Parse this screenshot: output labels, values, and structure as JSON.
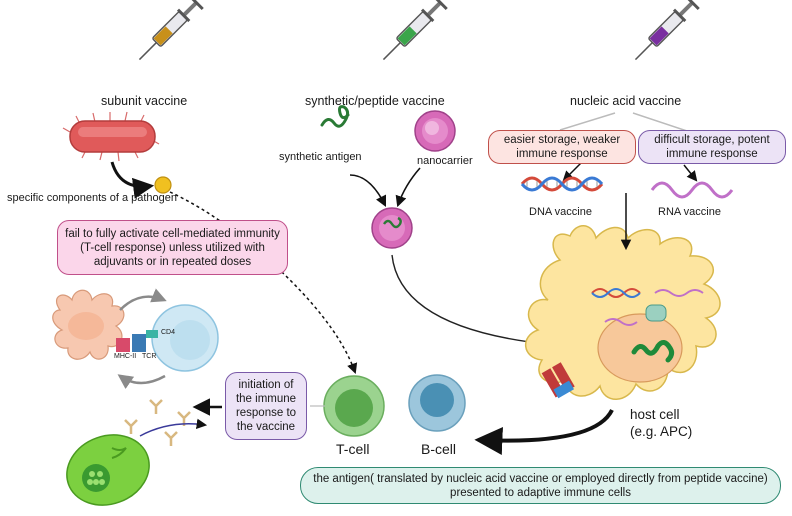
{
  "colors": {
    "subunit_fill": "#c8901a",
    "peptide_fill": "#3aa54a",
    "nucleic_fill": "#7a2fa0",
    "pink_box_bg": "#fbd6ea",
    "pink_box_border": "#c0508a",
    "red_box_bg": "#fde4e1",
    "red_box_border": "#c0504a",
    "purple_box_bg": "#ece3f6",
    "purple_box_border": "#7a5aa8",
    "teal_box_bg": "#ddf1ec",
    "teal_box_border": "#2f8a72",
    "tcell": "#9bd38f",
    "bcell": "#9cc6dc",
    "apc": "#fde5a0"
  },
  "vaccines": {
    "subunit": "subunit vaccine",
    "peptide": "synthetic/peptide vaccine",
    "nucleic": "nucleic acid vaccine"
  },
  "labels": {
    "pathogen_components": "specific components of a pathogen",
    "synthetic_antigen": "synthetic antigen",
    "nanocarrier": "nanocarrier",
    "dna_vaccine": "DNA vaccine",
    "rna_vaccine": "RNA vaccine",
    "host_cell_1": "host cell",
    "host_cell_2": "(e.g. APC)",
    "tcell": "T-cell",
    "bcell": "B-cell",
    "cd4": "CD4",
    "mhc": "MHC-II",
    "tcr": "TCR"
  },
  "boxes": {
    "subunit_note": "fail to fully activate cell-mediated immunity (T-cell response) unless utilized with adjuvants or in repeated doses",
    "dna_note": "easier storage, weaker immune response",
    "rna_note": "difficult storage, potent immune response",
    "initiation": "initiation of the immune response to the vaccine",
    "antigen_note": "the antigen( translated by nucleic acid vaccine or employed directly from peptide vaccine) presented to adaptive immune cells"
  }
}
